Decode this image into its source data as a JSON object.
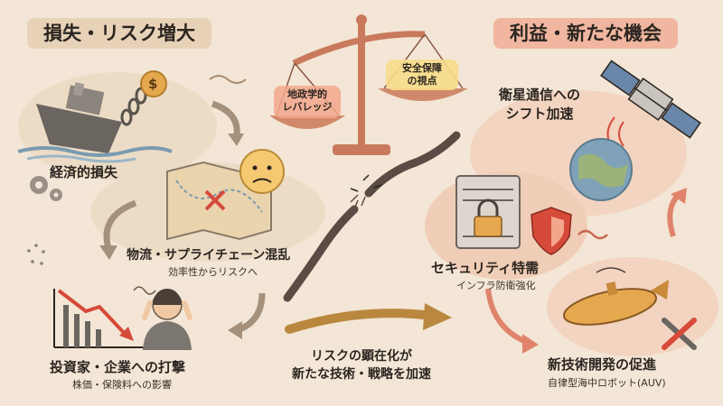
{
  "headings": {
    "left": "損失・リスク増大",
    "right": "利益・新たな機会"
  },
  "scale": {
    "left_pan": "地政学的\nレバレッジ",
    "right_pan": "安全保障\nの視点"
  },
  "losses": {
    "economic": "経済的損失",
    "logistics": "物流・サプライチェーン混乱",
    "logistics_sub": "効率性からリスクへ",
    "investors": "投資家・企業への打撃",
    "investors_sub": "株価・保険料への影響"
  },
  "gains": {
    "satellite": "衛星通信への\nシフト加速",
    "security": "セキュリティ特需",
    "security_sub": "インフラ防衛強化",
    "tech": "新技術開発の促進",
    "tech_sub": "自律型海中ロボット(AUV)"
  },
  "center": {
    "caption": "リスクの顕在化が\n新たな技術・戦略を加速"
  },
  "icons": {
    "coin_symbol": "$"
  },
  "colors": {
    "background": "#f3e6d6",
    "left_banner": "#e7d2b8",
    "right_banner": "#f0b69f",
    "accent_red": "#d64a3a",
    "scale_copper": "#c97a5c"
  }
}
